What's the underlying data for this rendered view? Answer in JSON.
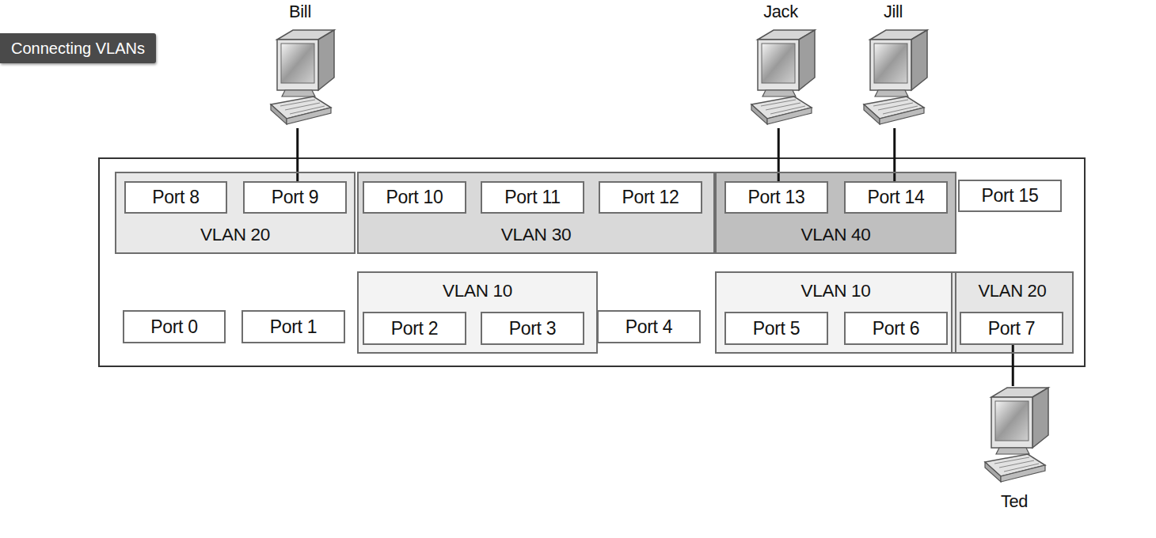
{
  "diagram": {
    "title": "Connecting VLANs",
    "nodes": [
      {
        "text": [
          "Bill"
        ]
      },
      {
        "text": [
          "Jack"
        ]
      },
      {
        "text": [
          "Jill"
        ]
      },
      {
        "text": [
          "VLAN 20"
        ]
      },
      {
        "text": [
          "Port 8"
        ],
        "in": 3
      },
      {
        "text": [
          "Port 9"
        ],
        "in": 3
      },
      {
        "text": [
          "VLAN 30"
        ]
      },
      {
        "text": [
          "Port 10"
        ],
        "in": 6
      },
      {
        "text": [
          "Port 11"
        ],
        "in": 6
      },
      {
        "text": [
          "Port 12"
        ],
        "in": 6
      },
      {
        "text": [
          "VLAN 40"
        ]
      },
      {
        "text": [
          "Port 13"
        ],
        "in": 10
      },
      {
        "text": [
          "Port 14"
        ],
        "in": 10
      },
      {
        "text": [
          "Port 15"
        ]
      },
      {
        "text": [
          "Port 0"
        ]
      },
      {
        "text": [
          "Port 1"
        ]
      },
      {
        "text": [
          "VLAN 10"
        ]
      },
      {
        "text": [
          "Port 2"
        ],
        "in": 16
      },
      {
        "text": [
          "Port 3"
        ],
        "in": 16
      },
      {
        "text": [
          "Port 4"
        ]
      },
      {
        "text": [
          "VLAN 10"
        ]
      },
      {
        "text": [
          "Port 5"
        ],
        "in": 20
      },
      {
        "text": [
          "Port 6"
        ],
        "in": 20
      },
      {
        "text": [
          "VLAN 20"
        ]
      },
      {
        "text": [
          "Port 7"
        ],
        "in": 23
      },
      {
        "text": [
          "Ted"
        ]
      }
    ],
    "edges": [
      {
        "from": 0,
        "to": 5,
        "arrow": "none"
      },
      {
        "from": 1,
        "to": 11,
        "arrow": "none"
      },
      {
        "from": 2,
        "to": 12,
        "arrow": "none"
      },
      {
        "from": 24,
        "to": 25,
        "arrow": "none"
      }
    ]
  }
}
